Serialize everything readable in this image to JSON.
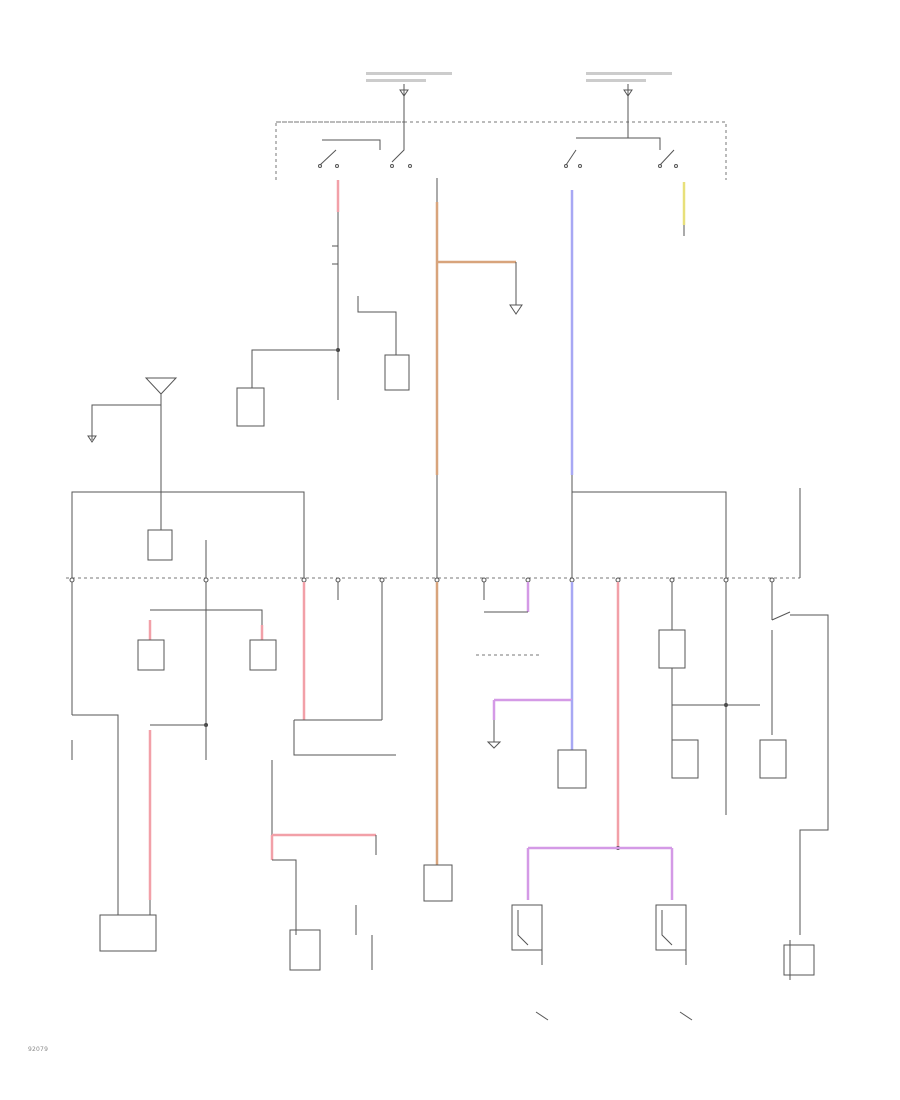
{
  "diagram": {
    "figure_code": "92079"
  },
  "colors": {
    "red_wire": "#f2a0a8",
    "orange_wire": "#d8a47c",
    "blue_wire": "#a8a8f4",
    "purple_wire": "#d49ae6",
    "yellow_wire": "#e8e07a",
    "ink": "#555555"
  },
  "icons": [
    "ground-symbol",
    "switch-symbol",
    "component-box",
    "splice-dot"
  ]
}
